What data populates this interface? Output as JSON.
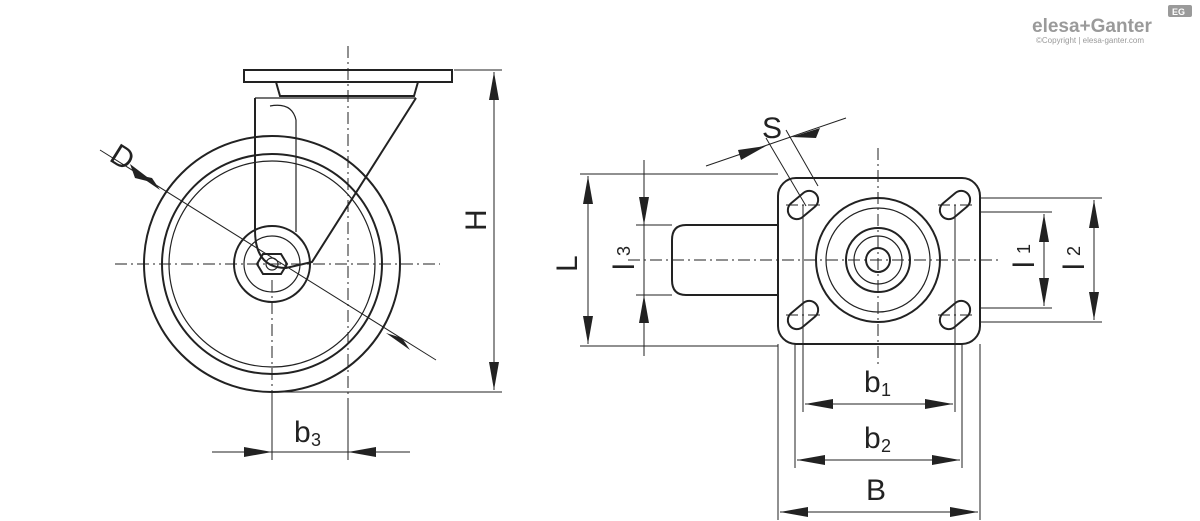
{
  "brand": {
    "name": "elesa+Ganter",
    "copyright": "©Copyright | elesa-ganter.com",
    "badge": "EG"
  },
  "dimensions": {
    "D": "D",
    "H": "H",
    "b3_main": "b",
    "b3_sub": "3",
    "S": "S",
    "L": "L",
    "l3_main": "l",
    "l3_sub": "3",
    "l1_main": "l",
    "l1_sub": "1",
    "l2_main": "l",
    "l2_sub": "2",
    "b1_main": "b",
    "b1_sub": "1",
    "b2_main": "b",
    "b2_sub": "2",
    "B": "B"
  }
}
